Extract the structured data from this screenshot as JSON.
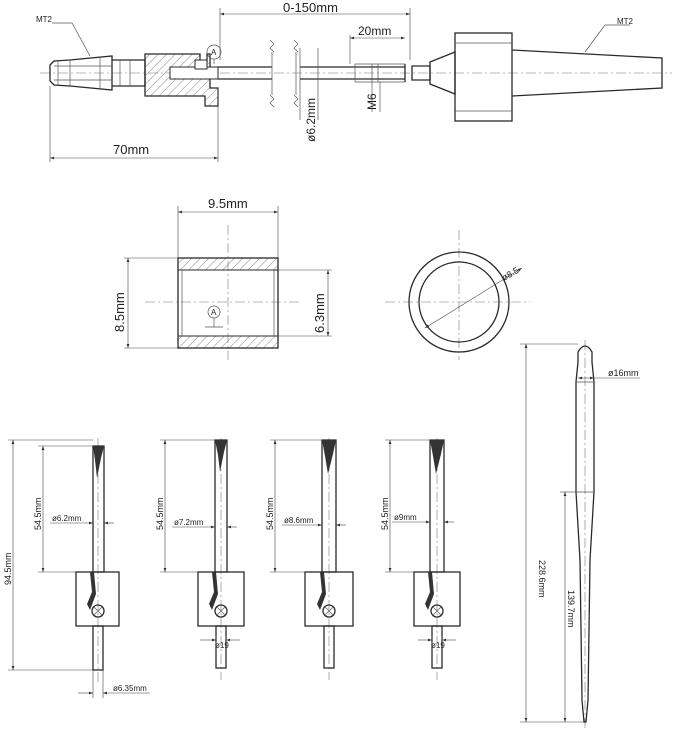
{
  "top_view": {
    "label_mt2_left": "MT2",
    "label_mt2_right": "MT2",
    "dim_range": "0-150mm",
    "dim_thread_len": "20mm",
    "dim_thread": "M6",
    "dim_rod_dia": "ø6.2mm",
    "dim_length": "70mm",
    "mark_a": "A"
  },
  "bushing_section": {
    "dim_width": "9.5mm",
    "dim_outer_height": "8.5mm",
    "dim_inner_height": "6.3mm",
    "mark_a": "A"
  },
  "bushing_end": {
    "dim_dia": "ø8.5"
  },
  "cutters": [
    {
      "dim_total": "94.5mm",
      "dim_shank_len": "54.5mm",
      "dim_shank_dia": "ø6.2mm",
      "dim_pilot": "ø6.35mm"
    },
    {
      "dim_shank_len": "54.5mm",
      "dim_shank_dia": "ø7.2mm",
      "dim_pilot": "ø19"
    },
    {
      "dim_shank_len": "54.5mm",
      "dim_shank_dia": "ø8.6mm"
    },
    {
      "dim_shank_len": "54.5mm",
      "dim_shank_dia": "ø9mm",
      "dim_pilot": "ø19"
    }
  ],
  "taper_reamer": {
    "dim_dia": "ø16mm",
    "dim_total": "228.6mm",
    "dim_flute": "139.7mm"
  }
}
